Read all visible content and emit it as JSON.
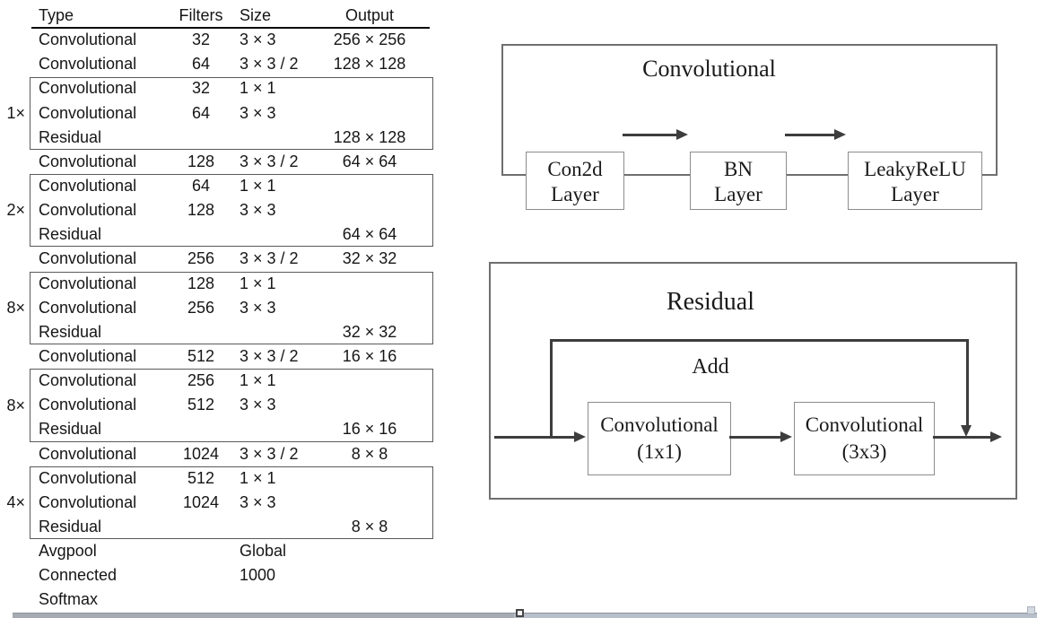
{
  "table": {
    "headers": {
      "type": "Type",
      "filters": "Filters",
      "size": "Size",
      "output": "Output"
    },
    "rows": [
      {
        "type": "Convolutional",
        "filters": "32",
        "size": "3 × 3",
        "output": "256 × 256"
      },
      {
        "type": "Convolutional",
        "filters": "64",
        "size": "3 × 3 / 2",
        "output": "128 × 128"
      },
      {
        "type": "Convolutional",
        "filters": "32",
        "size": "1 × 1",
        "output": ""
      },
      {
        "type": "Convolutional",
        "filters": "64",
        "size": "3 × 3",
        "output": ""
      },
      {
        "type": "Residual",
        "filters": "",
        "size": "",
        "output": "128 × 128"
      },
      {
        "type": "Convolutional",
        "filters": "128",
        "size": "3 × 3 / 2",
        "output": "64 × 64"
      },
      {
        "type": "Convolutional",
        "filters": "64",
        "size": "1 × 1",
        "output": ""
      },
      {
        "type": "Convolutional",
        "filters": "128",
        "size": "3 × 3",
        "output": ""
      },
      {
        "type": "Residual",
        "filters": "",
        "size": "",
        "output": "64 × 64"
      },
      {
        "type": "Convolutional",
        "filters": "256",
        "size": "3 × 3 / 2",
        "output": "32 × 32"
      },
      {
        "type": "Convolutional",
        "filters": "128",
        "size": "1 × 1",
        "output": ""
      },
      {
        "type": "Convolutional",
        "filters": "256",
        "size": "3 × 3",
        "output": ""
      },
      {
        "type": "Residual",
        "filters": "",
        "size": "",
        "output": "32 × 32"
      },
      {
        "type": "Convolutional",
        "filters": "512",
        "size": "3 × 3 / 2",
        "output": "16 × 16"
      },
      {
        "type": "Convolutional",
        "filters": "256",
        "size": "1 × 1",
        "output": ""
      },
      {
        "type": "Convolutional",
        "filters": "512",
        "size": "3 × 3",
        "output": ""
      },
      {
        "type": "Residual",
        "filters": "",
        "size": "",
        "output": "16 × 16"
      },
      {
        "type": "Convolutional",
        "filters": "1024",
        "size": "3 × 3 / 2",
        "output": "8 × 8"
      },
      {
        "type": "Convolutional",
        "filters": "512",
        "size": "1 × 1",
        "output": ""
      },
      {
        "type": "Convolutional",
        "filters": "1024",
        "size": "3 × 3",
        "output": ""
      },
      {
        "type": "Residual",
        "filters": "",
        "size": "",
        "output": "8 × 8"
      },
      {
        "type": "Avgpool",
        "filters": "",
        "size": "Global",
        "output": ""
      },
      {
        "type": "Connected",
        "filters": "",
        "size": "1000",
        "output": ""
      },
      {
        "type": "Softmax",
        "filters": "",
        "size": "",
        "output": ""
      }
    ],
    "groups": [
      {
        "label": "1×",
        "repeat": 1,
        "rows": "3-5"
      },
      {
        "label": "2×",
        "repeat": 2,
        "rows": "7-9"
      },
      {
        "label": "8×",
        "repeat": 8,
        "rows": "11-13"
      },
      {
        "label": "8×",
        "repeat": 8,
        "rows": "15-17"
      },
      {
        "label": "4×",
        "repeat": 4,
        "rows": "19-21"
      }
    ]
  },
  "conv_diagram": {
    "title": "Convolutional",
    "boxes": [
      {
        "line1": "Con2d",
        "line2": "Layer"
      },
      {
        "line1": "BN",
        "line2": "Layer"
      },
      {
        "line1": "LeakyReLU",
        "line2": "Layer"
      }
    ]
  },
  "residual_diagram": {
    "title": "Residual",
    "add_label": "Add",
    "boxes": [
      {
        "line1": "Convolutional",
        "line2": "(1x1)"
      },
      {
        "line1": "Convolutional",
        "line2": "(3x3)"
      }
    ]
  },
  "colors": {
    "text": "#161616",
    "diagram_line": "#3d3d3d",
    "group_box_border": "#5a5a5a",
    "diagram_border": "#6f6f6f",
    "inner_box_border": "#8c8c8c",
    "scrollbar_left": "#a6abb4",
    "scrollbar_right": "#b7bfca"
  }
}
